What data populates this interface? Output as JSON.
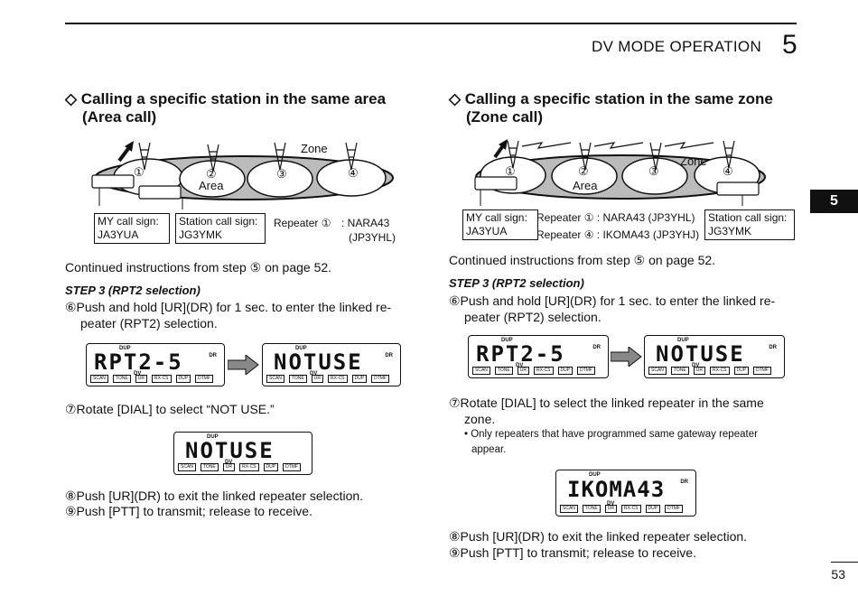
{
  "header": {
    "title": "DV MODE OPERATION",
    "chapter": "5"
  },
  "side_tab": "5",
  "page_number": "53",
  "left": {
    "title_line1": "◇ Calling a specific station in the same area",
    "title_line2": "(Area call)",
    "diagram": {
      "zone_label": "Zone",
      "area_label": "Area",
      "markers": [
        "①",
        "②",
        "③",
        "④"
      ],
      "my_callsign_label": "MY call sign:",
      "my_callsign": "JA3YUA",
      "station_callsign_label": "Station call sign:",
      "station_callsign": "JG3YMK",
      "repeater_label": "Repeater ①",
      "repeater_value": ": NARA43",
      "repeater_value2": "(JP3YHL)"
    },
    "continued": "Continued instructions from step ⑤ on page 52.",
    "step3": "STEP 3 (RPT2 selection)",
    "step6_line1": "⑥Push and hold [UR](DR) for 1 sec. to enter the linked re-",
    "step6_line2": "peater (RPT2) selection.",
    "lcd1_text": "RPT2-5",
    "lcd2_text": "NOTUSE",
    "step7": "⑦Rotate [DIAL] to select “NOT USE.”",
    "lcd3_text": "NOTUSE",
    "step8": "⑧Push [UR](DR) to exit the linked repeater selection.",
    "step9": "⑨Push [PTT] to transmit; release to receive."
  },
  "right": {
    "title_line1": "◇ Calling a specific station in the same zone",
    "title_line2": "(Zone call)",
    "diagram": {
      "zone_label": "Zone",
      "area_label": "Area",
      "markers": [
        "①",
        "②",
        "③",
        "④"
      ],
      "my_callsign_label": "MY call sign:",
      "my_callsign": "JA3YUA",
      "repeater1": "Repeater ① : NARA43 (JP3YHL)",
      "repeater4": "Repeater ④ : IKOMA43 (JP3YHJ)",
      "station_callsign_label": "Station call sign:",
      "station_callsign": "JG3YMK"
    },
    "continued": "Continued instructions from step ⑤ on page 52.",
    "step3": "STEP 3 (RPT2 selection)",
    "step6_line1": "⑥Push and hold [UR](DR) for 1 sec. to enter the linked re-",
    "step6_line2": "peater (RPT2) selection.",
    "lcd1_text": "RPT2-5",
    "lcd2_text": "NOTUSE",
    "step7_line1": "⑦Rotate [DIAL] to select the linked repeater in the same",
    "step7_line2": "zone.",
    "note_line1": "• Only repeaters that have programmed same gateway repeater",
    "note_line2": "appear.",
    "lcd3_text": "IKOMA43",
    "step8": "⑧Push [UR](DR) to exit the linked repeater selection.",
    "step9": "⑨Push [PTT] to transmit; release to receive."
  },
  "lcd_labels": {
    "dup": "DUP",
    "dv": "DV",
    "dr": "DR"
  },
  "lcd_keys": [
    "SCAN",
    "TONE",
    "UR",
    "RX-CS",
    "DUP",
    "DTMF"
  ]
}
